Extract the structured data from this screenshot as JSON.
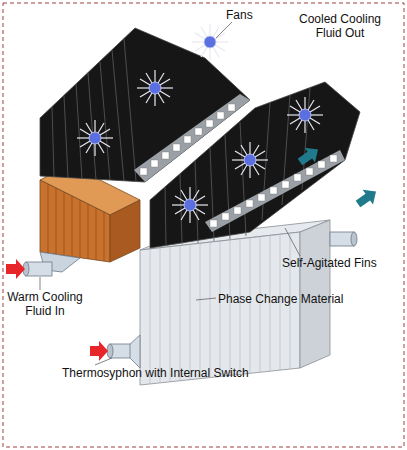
{
  "diagram": {
    "labels": [
      "Fans",
      "Cooled Cooling Fluid Out",
      "Self-Agitated Fins",
      "Phase Change Material",
      "Thermosyphon with Internal Switch",
      "Warm Cooling Fluid In"
    ]
  }
}
